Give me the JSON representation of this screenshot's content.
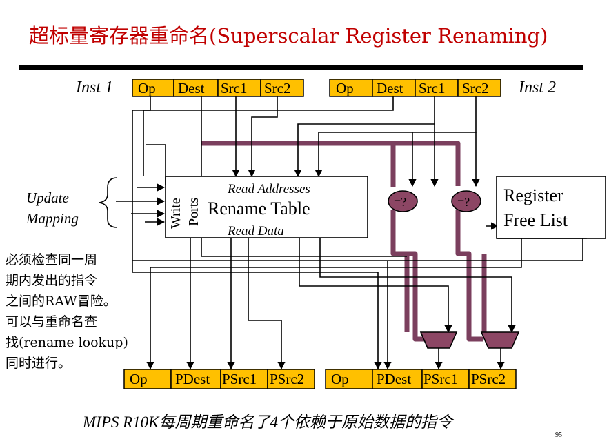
{
  "title": "超标量寄存器重命名(Superscalar Register Renaming)",
  "inst1": {
    "label": "Inst 1",
    "fields": [
      "Op",
      "Dest",
      "Src1",
      "Src2"
    ]
  },
  "inst2": {
    "label": "Inst 2",
    "fields": [
      "Op",
      "Dest",
      "Src1",
      "Src2"
    ]
  },
  "rename_table": {
    "read_addresses": "Read Addresses",
    "name": "Rename Table",
    "read_data": "Read Data",
    "write_ports_line1": "Write",
    "write_ports_line2": "Ports"
  },
  "update_mapping": {
    "line1": "Update",
    "line2": "Mapping"
  },
  "free_list": {
    "line1": "Register",
    "line2": "Free List"
  },
  "comparator_label": "=?",
  "note_lines": [
    "必须检查同一周",
    "期内发出的指令",
    "之间的RAW冒险。",
    "可以与重命名查",
    "找(rename lookup)",
    "同时进行。"
  ],
  "out1": {
    "fields": [
      "Op",
      "PDest",
      "PSrc1",
      "PSrc2"
    ]
  },
  "out2": {
    "fields": [
      "Op",
      "PDest",
      "PSrc1",
      "PSrc2"
    ]
  },
  "footer": "MIPS R10K每周期重命名了4个依赖于原始数据的指令",
  "page_number": "95",
  "colors": {
    "title": "#c00000",
    "field_fill": "#ffc000",
    "highlight": "#7b3f5e",
    "comparator_fill": "#8c4664"
  }
}
